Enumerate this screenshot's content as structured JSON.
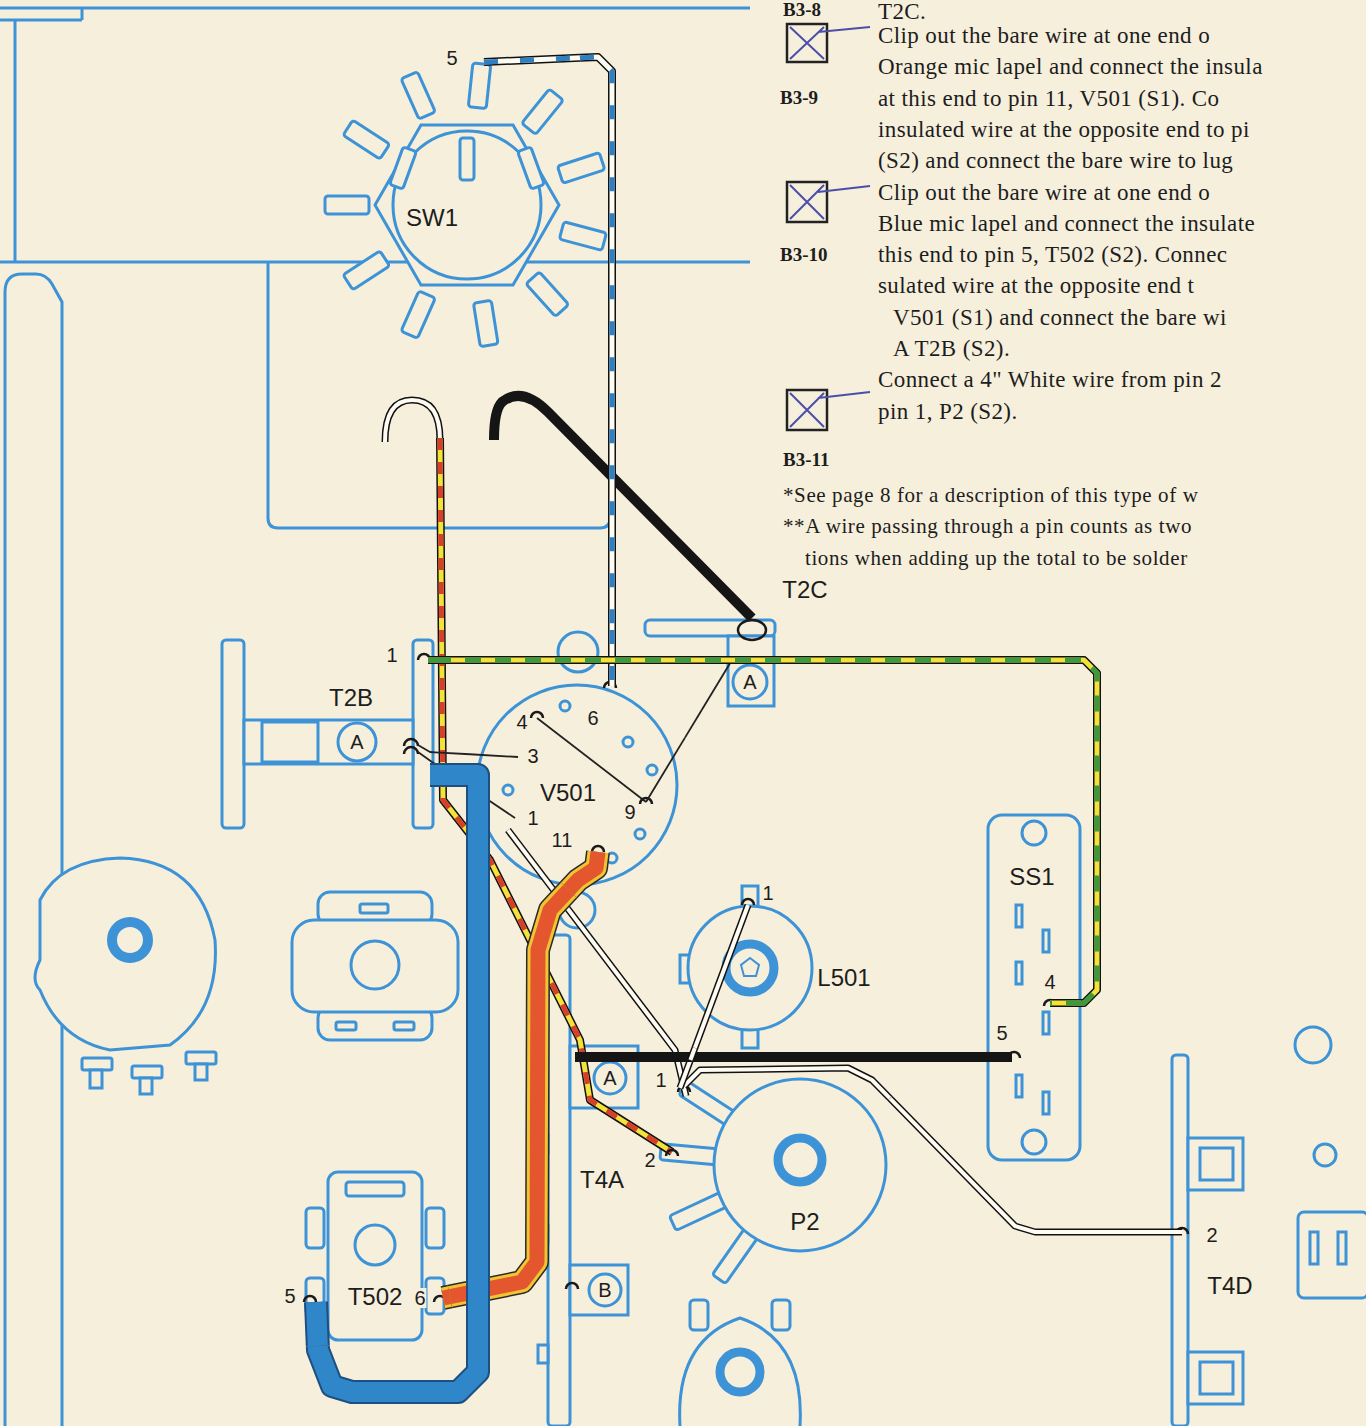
{
  "diagram": {
    "nodes": [
      {
        "text": [
          "SW1"
        ]
      },
      {
        "text": [
          "T2C"
        ]
      },
      {
        "text": [
          "T2B"
        ]
      },
      {
        "text": [
          "V501"
        ]
      },
      {
        "text": [
          "SS1"
        ]
      },
      {
        "text": [
          "L501"
        ]
      },
      {
        "text": [
          "T4A"
        ]
      },
      {
        "text": [
          "P2"
        ]
      },
      {
        "text": [
          "T4D"
        ]
      },
      {
        "text": [
          "T502"
        ]
      }
    ],
    "edges": [
      {
        "from": 2,
        "to": 4,
        "arrow": "none"
      },
      {
        "from": 0,
        "to": 3,
        "arrow": "none"
      },
      {
        "from": 3,
        "to": 1,
        "arrow": "none"
      },
      {
        "from": 2,
        "to": 3,
        "arrow": "none"
      },
      {
        "from": 2,
        "to": 3,
        "arrow": "none"
      },
      {
        "from": 3,
        "to": 7,
        "arrow": "none"
      },
      {
        "from": 3,
        "to": 9,
        "arrow": "none"
      },
      {
        "from": 9,
        "to": 2,
        "arrow": "none"
      },
      {
        "from": 6,
        "to": 4,
        "arrow": "none"
      },
      {
        "from": 7,
        "to": 8,
        "arrow": "none"
      },
      {
        "from": 5,
        "to": 7,
        "arrow": "none"
      }
    ],
    "labels": [
      "B3-8",
      "T2C.",
      "Clip out the bare wire at one end o",
      "Orange mic lapel and connect the insula",
      "B3-9",
      "at this end to pin 11, V501 (S1). Co",
      "insulated wire at the opposite end to pi",
      "(S2) and connect the bare wire to lug",
      "Clip out the bare wire at one end o",
      "Blue mic lapel and connect the insulate",
      "B3-10",
      "this end to pin 5, T502 (S2). Connec",
      "sulated wire at the opposite end t",
      "V501 (S1) and connect the bare wi",
      "A T2B (S2).",
      "Connect a 4\" White wire from pin 2",
      "pin 1, P2 (S2).",
      "B3-11",
      "*See page 8 for a description of this type of w",
      "**A wire passing through a pin counts as two",
      "tions when adding up the total to be solder",
      "5",
      "1",
      "A",
      "6",
      "4",
      "A",
      "3",
      "9",
      "1",
      "11",
      "1",
      "4",
      "5",
      "A",
      "1",
      "2",
      "2",
      "B",
      "5",
      "6"
    ]
  }
}
